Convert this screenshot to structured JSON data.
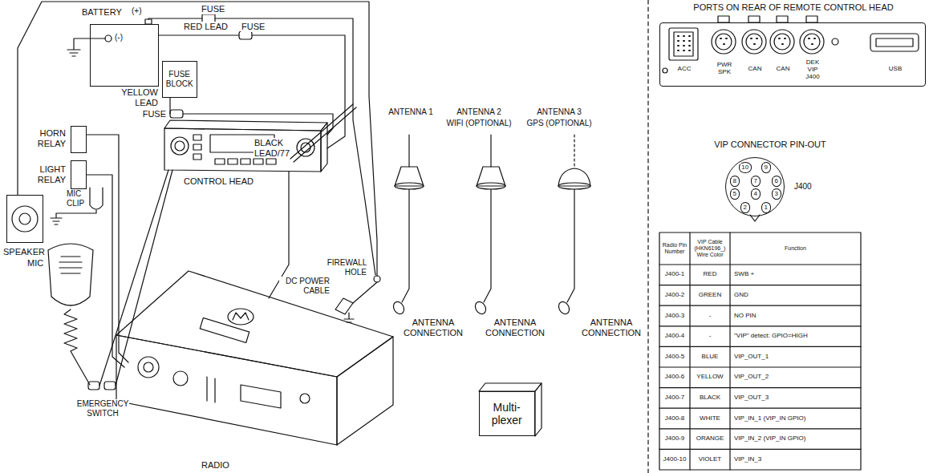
{
  "diagram": {
    "nodes": [
      {
        "text": [
          "BATTERY"
        ]
      },
      {
        "text": [
          "FUSE BLOCK"
        ]
      },
      {
        "text": [
          "HORN RELAY"
        ]
      },
      {
        "text": [
          "LIGHT RELAY"
        ]
      },
      {
        "text": [
          "SPEAKER"
        ]
      },
      {
        "text": [
          "Multi- plexer"
        ]
      },
      {
        "text": [
          "PORTS ON REAR OF REMOTE CONTROL HEAD",
          "ACC",
          "PWR SPK",
          "CAN",
          "CAN",
          "DEK VIP J400",
          "USB"
        ]
      },
      {
        "text": [
          "J400"
        ]
      },
      {
        "text": [
          "10"
        ],
        "in": 7
      },
      {
        "text": [
          "9"
        ],
        "in": 7
      },
      {
        "text": [
          "8"
        ],
        "in": 7
      },
      {
        "text": [
          "7"
        ],
        "in": 7
      },
      {
        "text": [
          "6"
        ],
        "in": 7
      },
      {
        "text": [
          "5"
        ],
        "in": 7
      },
      {
        "text": [
          "4"
        ],
        "in": 7
      },
      {
        "text": [
          "3"
        ],
        "in": 7
      },
      {
        "text": [
          "2"
        ],
        "in": 7
      },
      {
        "text": [
          "1"
        ],
        "in": 7
      }
    ],
    "labels": [
      "FUSE",
      "(+)",
      "RED LEAD",
      "FUSE",
      "(-)",
      "YELLOW LEAD",
      "FUSE",
      "BLACK LEAD/77",
      "ANTENNA 1",
      "ANTENNA 2",
      "WIFI (OPTIONAL)",
      "ANTENNA 3",
      "GPS (OPTIONAL)",
      "MIC CLIP",
      "CONTROL HEAD",
      "FIREWALL HOLE",
      "DC POWER CABLE",
      "MIC",
      "ANTENNA CONNECTION",
      "ANTENNA CONNECTION",
      "ANTENNA CONNECTION",
      "EMERGENCY SWITCH",
      "RADIO",
      "VIP CONNECTOR PIN-OUT",
      "Radio Pin Number",
      "VIP Cable (HKN6196_) Wire Color",
      "Function",
      "J400-1",
      "RED",
      "SWB +",
      "J400-2",
      "GREEN",
      "GND",
      "J400-3",
      "-",
      "NO PIN",
      "J400-4",
      "-",
      "\"VIP\" detect: GPIO=HIGH",
      "J400-5",
      "BLUE",
      "VIP_OUT_1",
      "J400-6",
      "YELLOW",
      "VIP_OUT_2",
      "J400-7",
      "BLACK",
      "VIP_OUT_3",
      "J400-8",
      "WHITE",
      "VIP_IN_1 (VIP_IN GPIO)",
      "J400-9",
      "ORANGE",
      "VIP_IN_2 (VIP_IN GPIO)",
      "J400-10",
      "VIOLET",
      "VIP_IN_3"
    ]
  }
}
